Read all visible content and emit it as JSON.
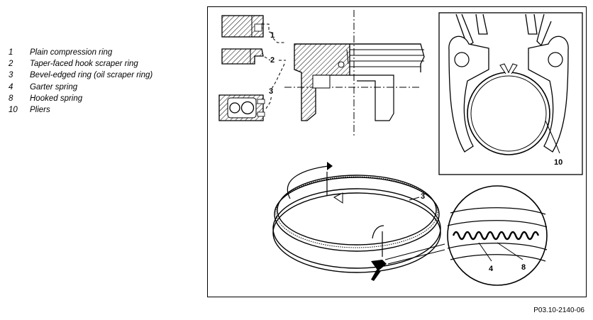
{
  "legend": {
    "items": [
      {
        "num": "1",
        "label": "Plain compression ring"
      },
      {
        "num": "2",
        "label": "Taper-faced hook scraper ring"
      },
      {
        "num": "3",
        "label": "Bevel-edged ring (oil scraper ring)"
      },
      {
        "num": "4",
        "label": "Garter spring"
      },
      {
        "num": "8",
        "label": "Hooked spring"
      },
      {
        "num": "10",
        "label": "Pliers"
      }
    ]
  },
  "diagram": {
    "callouts": {
      "c1": "1",
      "c2": "2",
      "c3": "3",
      "c3b": "3",
      "c4": "4",
      "c8": "8",
      "c10": "10"
    }
  },
  "figure_code": "P03.10-2140-06"
}
